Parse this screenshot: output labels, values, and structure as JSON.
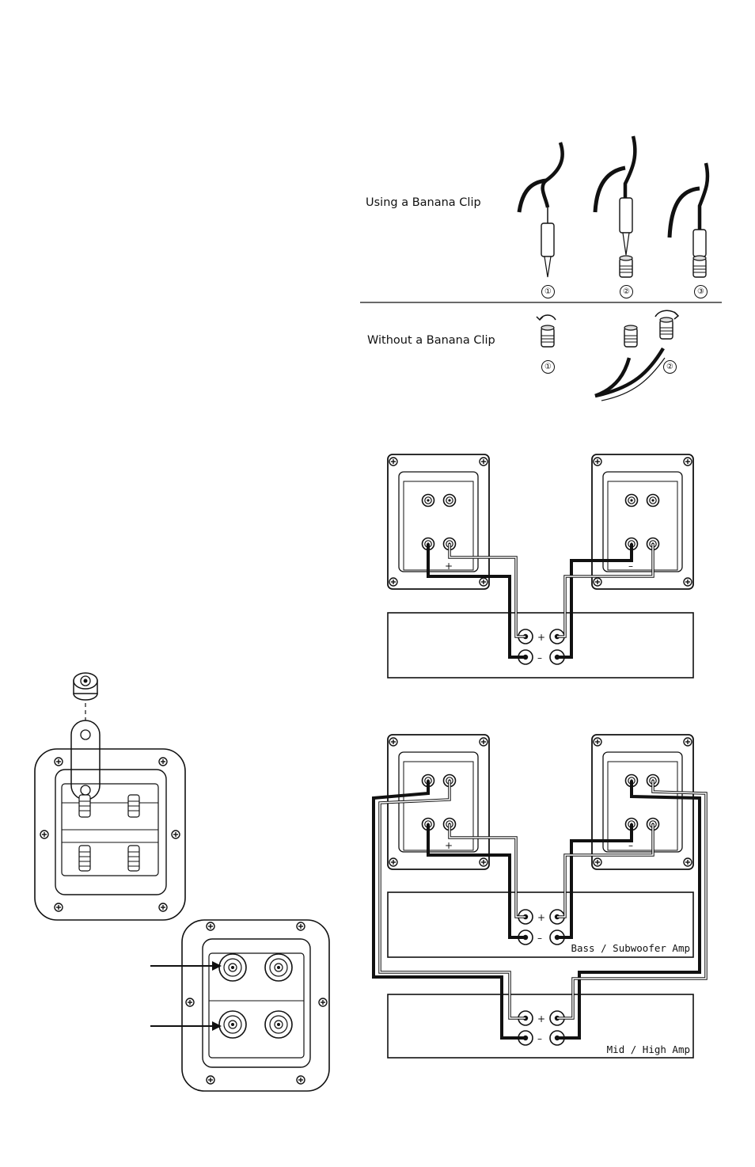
{
  "labels": {
    "using_banana_clip": "Using a Banana Clip",
    "without_banana_clip": "Without a Banana Clip",
    "bass_amp": "Bass / Subwoofer Amp",
    "mid_high_amp": "Mid / High Amp"
  },
  "steps": {
    "banana": [
      "①",
      "②",
      "③"
    ],
    "no_banana": [
      "①",
      "②"
    ]
  },
  "polarity": {
    "plus": "+",
    "minus": "–"
  }
}
